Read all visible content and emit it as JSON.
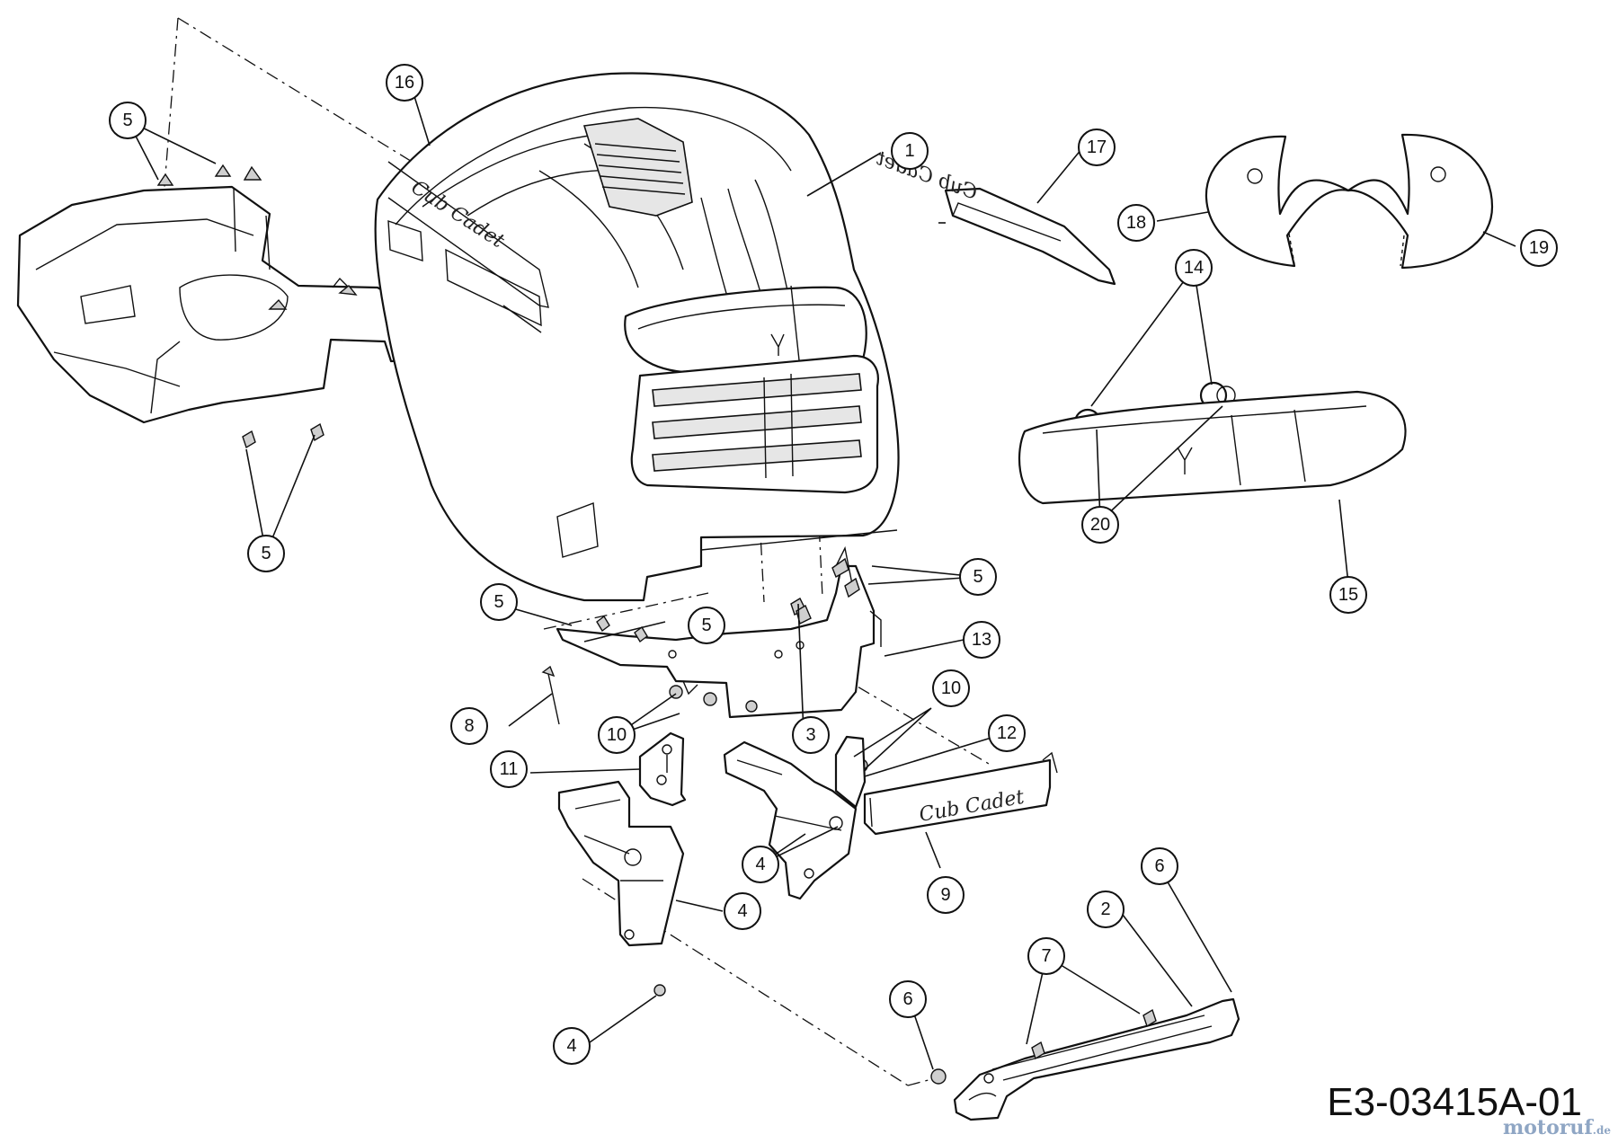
{
  "diagram": {
    "drawing_code": "E3-03415A-01",
    "watermark": {
      "name": "motoruf",
      "suffix": ".de"
    },
    "logos": {
      "hood": "Cub Cadet",
      "badge_17": "Cub Cadet",
      "grille_badge_9": "Cub Cadet"
    },
    "callouts": [
      {
        "id": "c1",
        "label": "1"
      },
      {
        "id": "c2",
        "label": "2"
      },
      {
        "id": "c3",
        "label": "3"
      },
      {
        "id": "c4a",
        "label": "4"
      },
      {
        "id": "c4b",
        "label": "4"
      },
      {
        "id": "c4c",
        "label": "4"
      },
      {
        "id": "c5a",
        "label": "5"
      },
      {
        "id": "c5b",
        "label": "5"
      },
      {
        "id": "c5c",
        "label": "5"
      },
      {
        "id": "c5d",
        "label": "5"
      },
      {
        "id": "c5e",
        "label": "5"
      },
      {
        "id": "c6a",
        "label": "6"
      },
      {
        "id": "c6b",
        "label": "6"
      },
      {
        "id": "c7",
        "label": "7"
      },
      {
        "id": "c8",
        "label": "8"
      },
      {
        "id": "c9",
        "label": "9"
      },
      {
        "id": "c10a",
        "label": "10"
      },
      {
        "id": "c10b",
        "label": "10"
      },
      {
        "id": "c11",
        "label": "11"
      },
      {
        "id": "c12",
        "label": "12"
      },
      {
        "id": "c13",
        "label": "13"
      },
      {
        "id": "c14",
        "label": "14"
      },
      {
        "id": "c15",
        "label": "15"
      },
      {
        "id": "c16",
        "label": "16"
      },
      {
        "id": "c17",
        "label": "17"
      },
      {
        "id": "c18",
        "label": "18"
      },
      {
        "id": "c19",
        "label": "19"
      },
      {
        "id": "c20",
        "label": "20"
      }
    ]
  }
}
